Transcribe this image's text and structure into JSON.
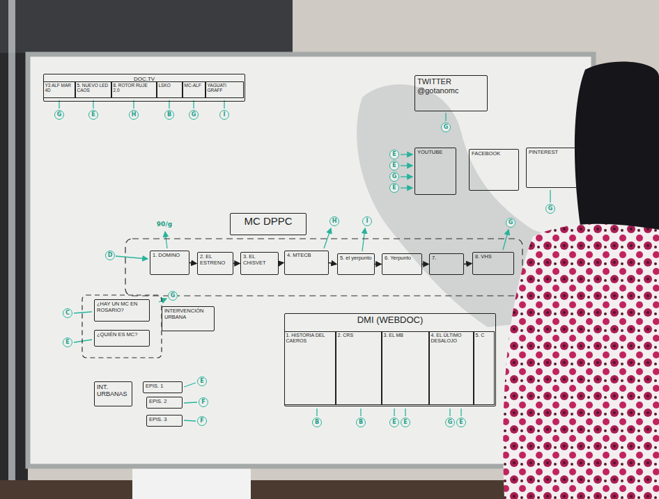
{
  "diagram": {
    "nodes": [
      {
        "text": [
          "DOC.TV"
        ]
      },
      {
        "text": [
          "Y3 ALF MAR 4D"
        ],
        "in": 0
      },
      {
        "text": [
          "5. NUEVO LED CAOS"
        ],
        "in": 0
      },
      {
        "text": [
          "8. ROTOR RUJE 2.0"
        ],
        "in": 0
      },
      {
        "text": [
          "LSKO"
        ],
        "in": 0
      },
      {
        "text": [
          "MC-ALF"
        ],
        "in": 0
      },
      {
        "text": [
          "YAGUATI GRAFF"
        ],
        "in": 0
      },
      {
        "text": [
          "TWITTER",
          "@gotanomc"
        ]
      },
      {
        "text": [
          "YOUTUBE"
        ]
      },
      {
        "text": [
          "FACEBOOK"
        ]
      },
      {
        "text": [
          "PINTEREST"
        ]
      },
      {
        "text": [
          "MC DPPC"
        ]
      },
      {
        "text": [
          "1. DOMINO"
        ]
      },
      {
        "text": [
          "2. EL ESTRENO"
        ]
      },
      {
        "text": [
          "3. EL CHISVET"
        ]
      },
      {
        "text": [
          "4. MTECB"
        ]
      },
      {
        "text": [
          "5. el yerpunto"
        ]
      },
      {
        "text": [
          "6. Yerpunto"
        ]
      },
      {
        "text": [
          "7."
        ]
      },
      {
        "text": [
          "8. VHS"
        ]
      },
      {
        "text": [
          "¿HAY UN MC EN ROSARIO?"
        ]
      },
      {
        "text": [
          "¿QUIÉN ES MC?"
        ]
      },
      {
        "text": [
          "INTERVENCIÓN URBANA"
        ]
      },
      {
        "text": [
          "INT. URBANAS"
        ]
      },
      {
        "text": [
          "EPIS. 1"
        ]
      },
      {
        "text": [
          "EPIS. 2"
        ]
      },
      {
        "text": [
          "EPIS. 3"
        ]
      },
      {
        "text": [
          "DMI (WEBDOC)"
        ]
      },
      {
        "text": [
          "1. HISTORIA DEL CAEROS"
        ],
        "in": 27
      },
      {
        "text": [
          "2. CRS"
        ],
        "in": 27
      },
      {
        "text": [
          "3. EL MB"
        ],
        "in": 27
      },
      {
        "text": [
          "4. EL ÚLTIMO DESALOJO"
        ],
        "in": 27
      },
      {
        "text": [
          "5. C"
        ],
        "in": 27
      }
    ],
    "edges": [
      {
        "from": 12,
        "to": 13,
        "arrow": "to"
      },
      {
        "from": 13,
        "to": 14,
        "arrow": "to"
      },
      {
        "from": 14,
        "to": 15,
        "arrow": "to"
      },
      {
        "from": 15,
        "to": 16,
        "arrow": "to"
      },
      {
        "from": 16,
        "to": 17,
        "arrow": "to"
      },
      {
        "from": 17,
        "to": 18,
        "arrow": "to"
      },
      {
        "from": 18,
        "to": 19,
        "arrow": "to"
      }
    ],
    "labels": [
      "G",
      "E",
      "H",
      "B",
      "G",
      "I",
      "G",
      "E",
      "E",
      "G",
      "E",
      "G",
      "90/g",
      "D",
      "H",
      "I",
      "G",
      "G",
      "C",
      "E",
      "E",
      "F",
      "F",
      "B",
      "B",
      "E",
      "E",
      "G",
      "E"
    ]
  }
}
